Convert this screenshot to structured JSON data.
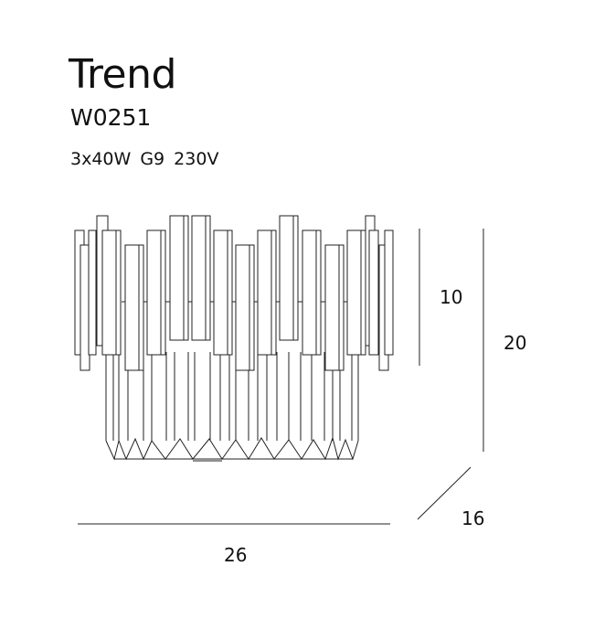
{
  "product": {
    "name": "Trend",
    "code": "W0251",
    "specs": "3x40W  G9  230V"
  },
  "dimensions": {
    "height_upper": "10",
    "height_total": "20",
    "depth": "16",
    "width": "26"
  }
}
